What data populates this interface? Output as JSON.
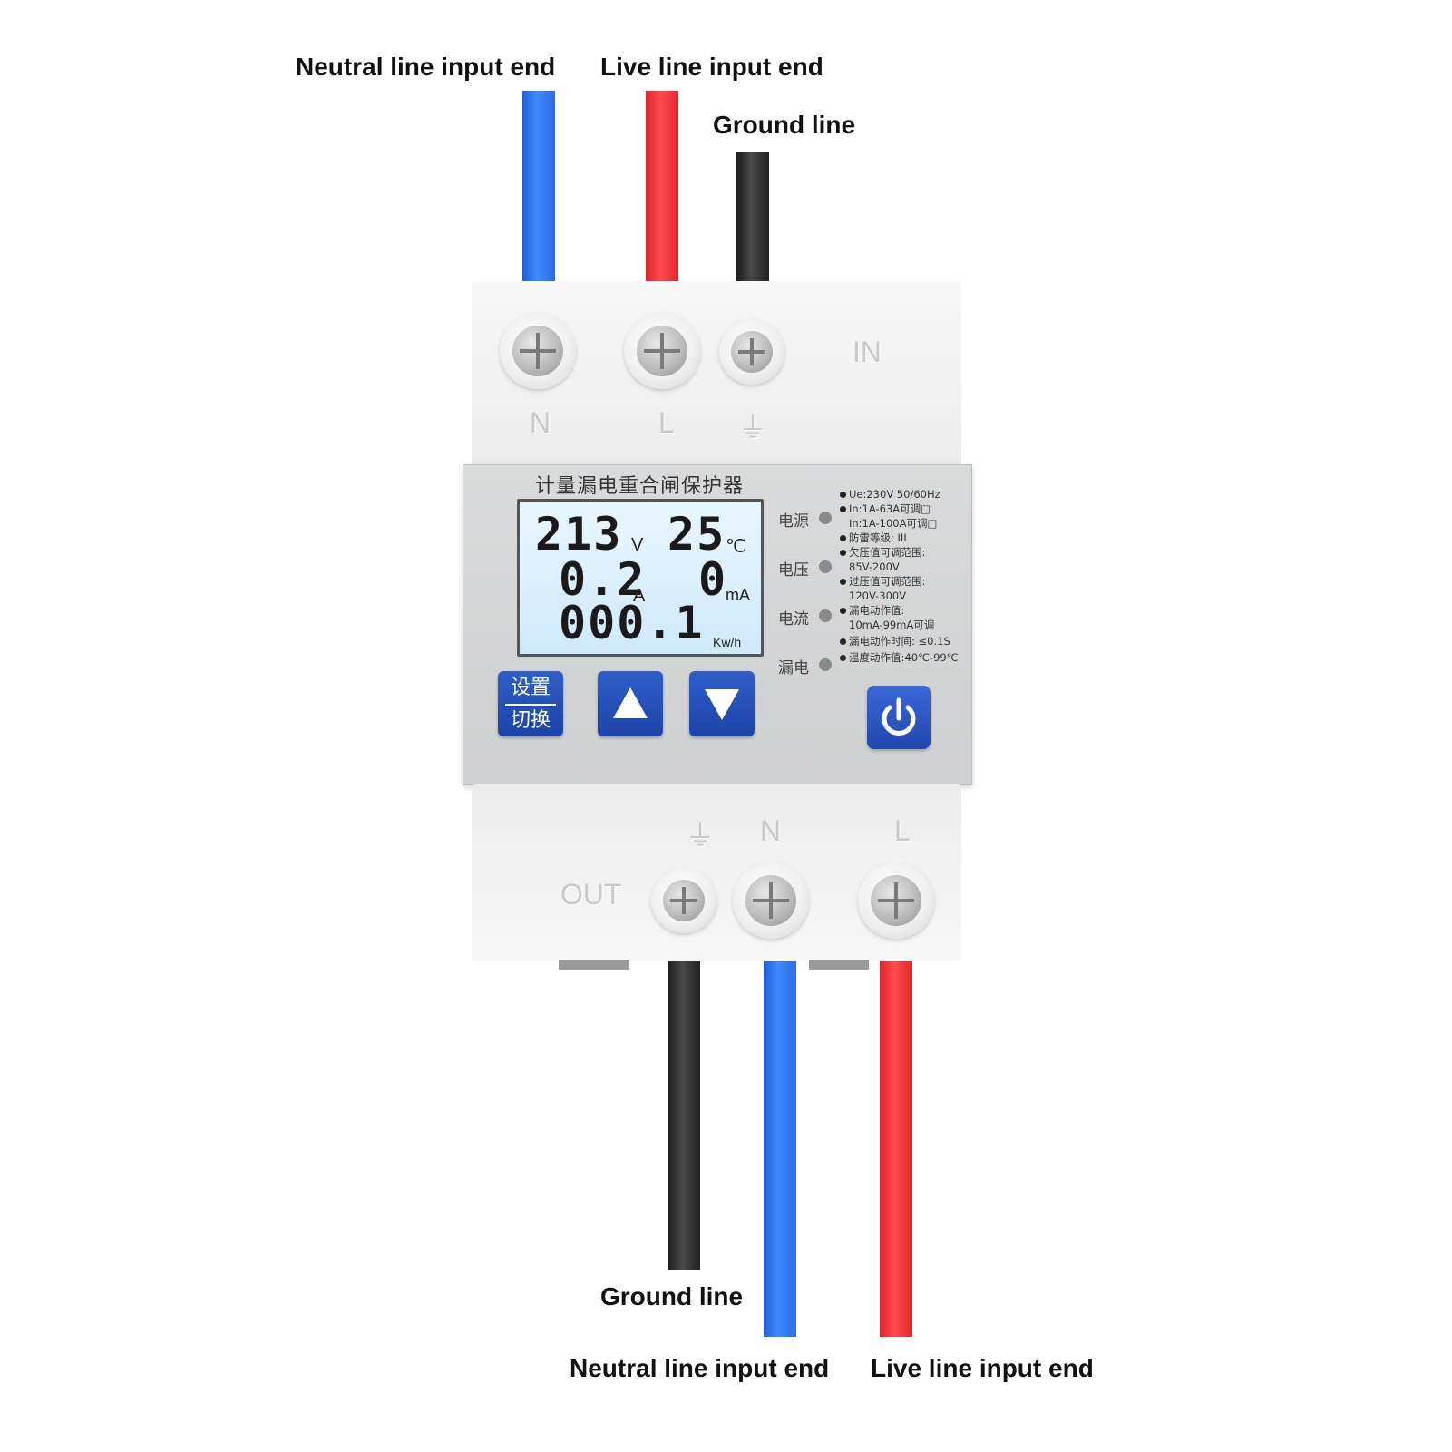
{
  "labels": {
    "top_neutral": "Neutral line input end",
    "top_live": "Live line input end",
    "top_ground": "Ground line",
    "bottom_ground": "Ground line",
    "bottom_neutral": "Neutral line input end",
    "bottom_live": "Live line input end"
  },
  "terminals": {
    "in_label": "IN",
    "out_label": "OUT",
    "top_n": "N",
    "top_l": "L",
    "top_ground_symbol": "⏚",
    "bottom_ground_symbol": "⏚",
    "bottom_n": "N",
    "bottom_l": "L"
  },
  "panel": {
    "title": "计量漏电重合闸保护器",
    "lcd": {
      "voltage": "213",
      "voltage_unit": "V",
      "temperature": "25",
      "temperature_unit": "℃",
      "current": "0.2",
      "current_unit": "A",
      "leakage": "0",
      "leakage_unit": "mA",
      "energy": "000.1",
      "energy_unit": "Kw/h"
    },
    "indicators": [
      "电源",
      "电压",
      "电流",
      "漏电"
    ],
    "specs": [
      "Ue:230V 50/60Hz",
      "In:1A-63A可调□",
      "In:1A-100A可调□",
      "防雷等级: III",
      "欠压值可调范围:",
      "85V-200V",
      "过压值可调范围:",
      "120V-300V",
      "漏电动作值:",
      "10mA-99mA可调",
      "漏电动作时间: ≤0.1S",
      "温度动作值:40℃-99℃"
    ],
    "buttons": {
      "set_line1": "设置",
      "set_line2": "切换"
    }
  },
  "colors": {
    "neutral_wire": "#2f7bff",
    "live_wire": "#f0353a",
    "ground_wire": "#2a2a2a",
    "button_blue": "#2150b8"
  }
}
